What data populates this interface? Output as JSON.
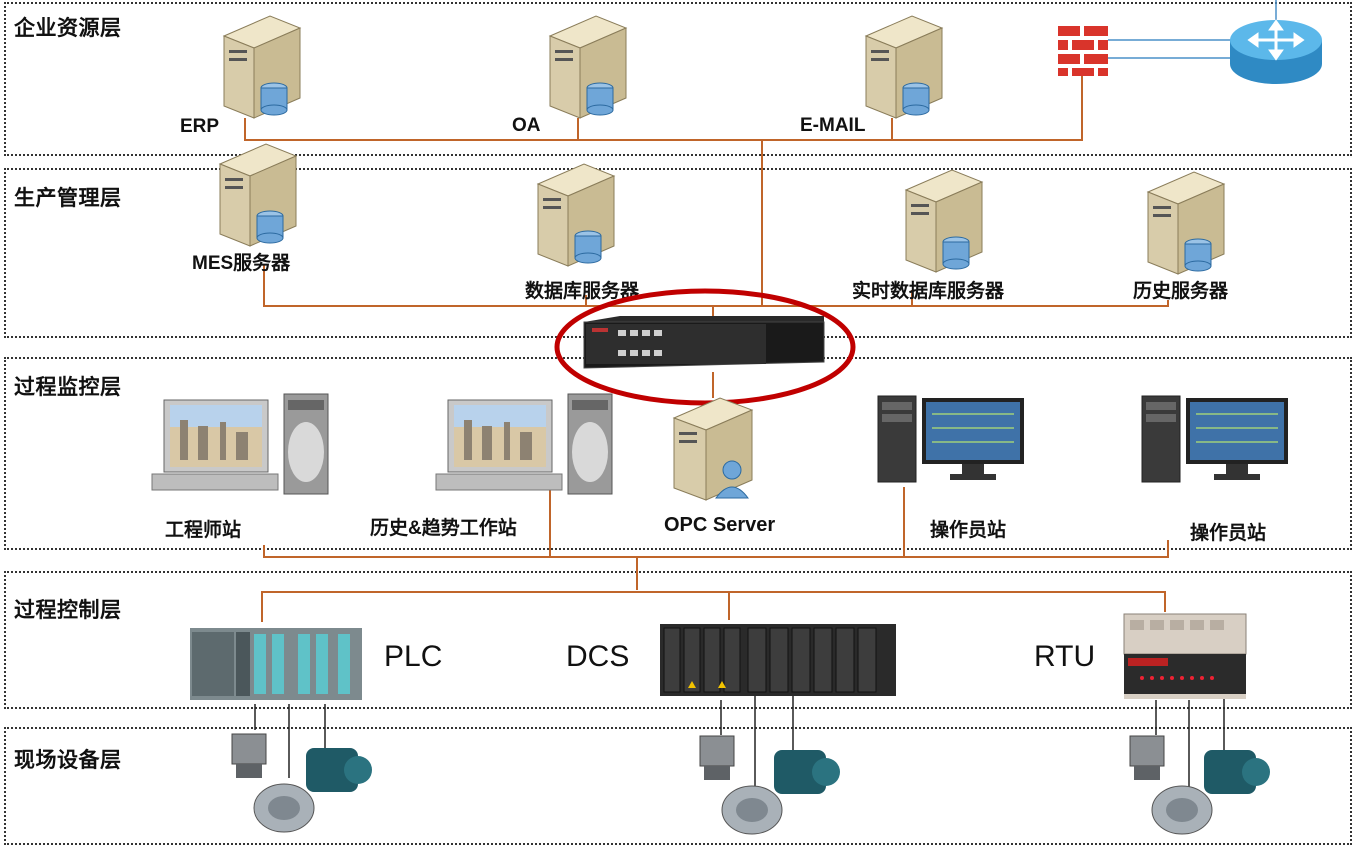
{
  "layers": {
    "enterprise": "企业资源层",
    "production": "生产管理层",
    "monitoring": "过程监控层",
    "control": "过程控制层",
    "field": "现场设备层"
  },
  "enterprise_nodes": {
    "erp": "ERP",
    "oa": "OA",
    "email": "E-MAIL"
  },
  "production_nodes": {
    "mes": "MES服务器",
    "database": "数据库服务器",
    "realtime_db": "实时数据库服务器",
    "history": "历史服务器"
  },
  "monitoring_nodes": {
    "engineer": "工程师站",
    "history_trend": "历史&趋势工作站",
    "opc": "OPC Server",
    "operator1": "操作员站",
    "operator2": "操作员站"
  },
  "control_nodes": {
    "plc": "PLC",
    "dcs": "DCS",
    "rtu": "RTU"
  },
  "colors": {
    "wire": "#c0652a",
    "highlight": "#c00000",
    "firewall": "#d9342b",
    "router": "#3f9fd3"
  }
}
